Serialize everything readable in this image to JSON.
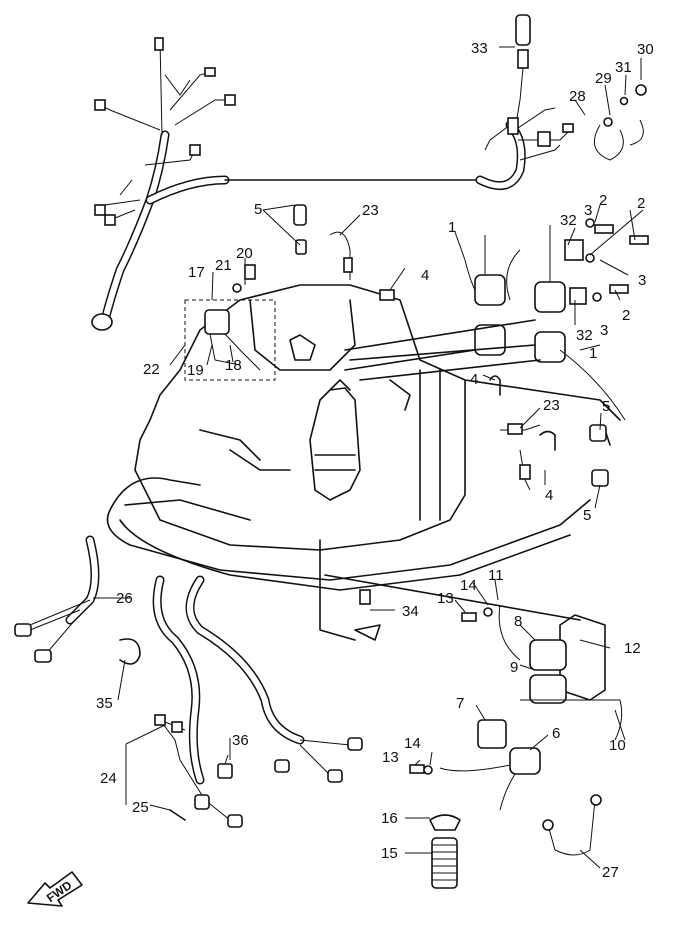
{
  "callouts": [
    "1",
    "2",
    "3",
    "4",
    "5",
    "6",
    "7",
    "8",
    "9",
    "10",
    "11",
    "12",
    "13",
    "14",
    "15",
    "16",
    "17",
    "18",
    "19",
    "20",
    "21",
    "22",
    "23",
    "24",
    "25",
    "26",
    "27",
    "28",
    "29",
    "30",
    "31",
    "32",
    "33",
    "34",
    "35",
    "36"
  ],
  "fwd_label": "FWD"
}
